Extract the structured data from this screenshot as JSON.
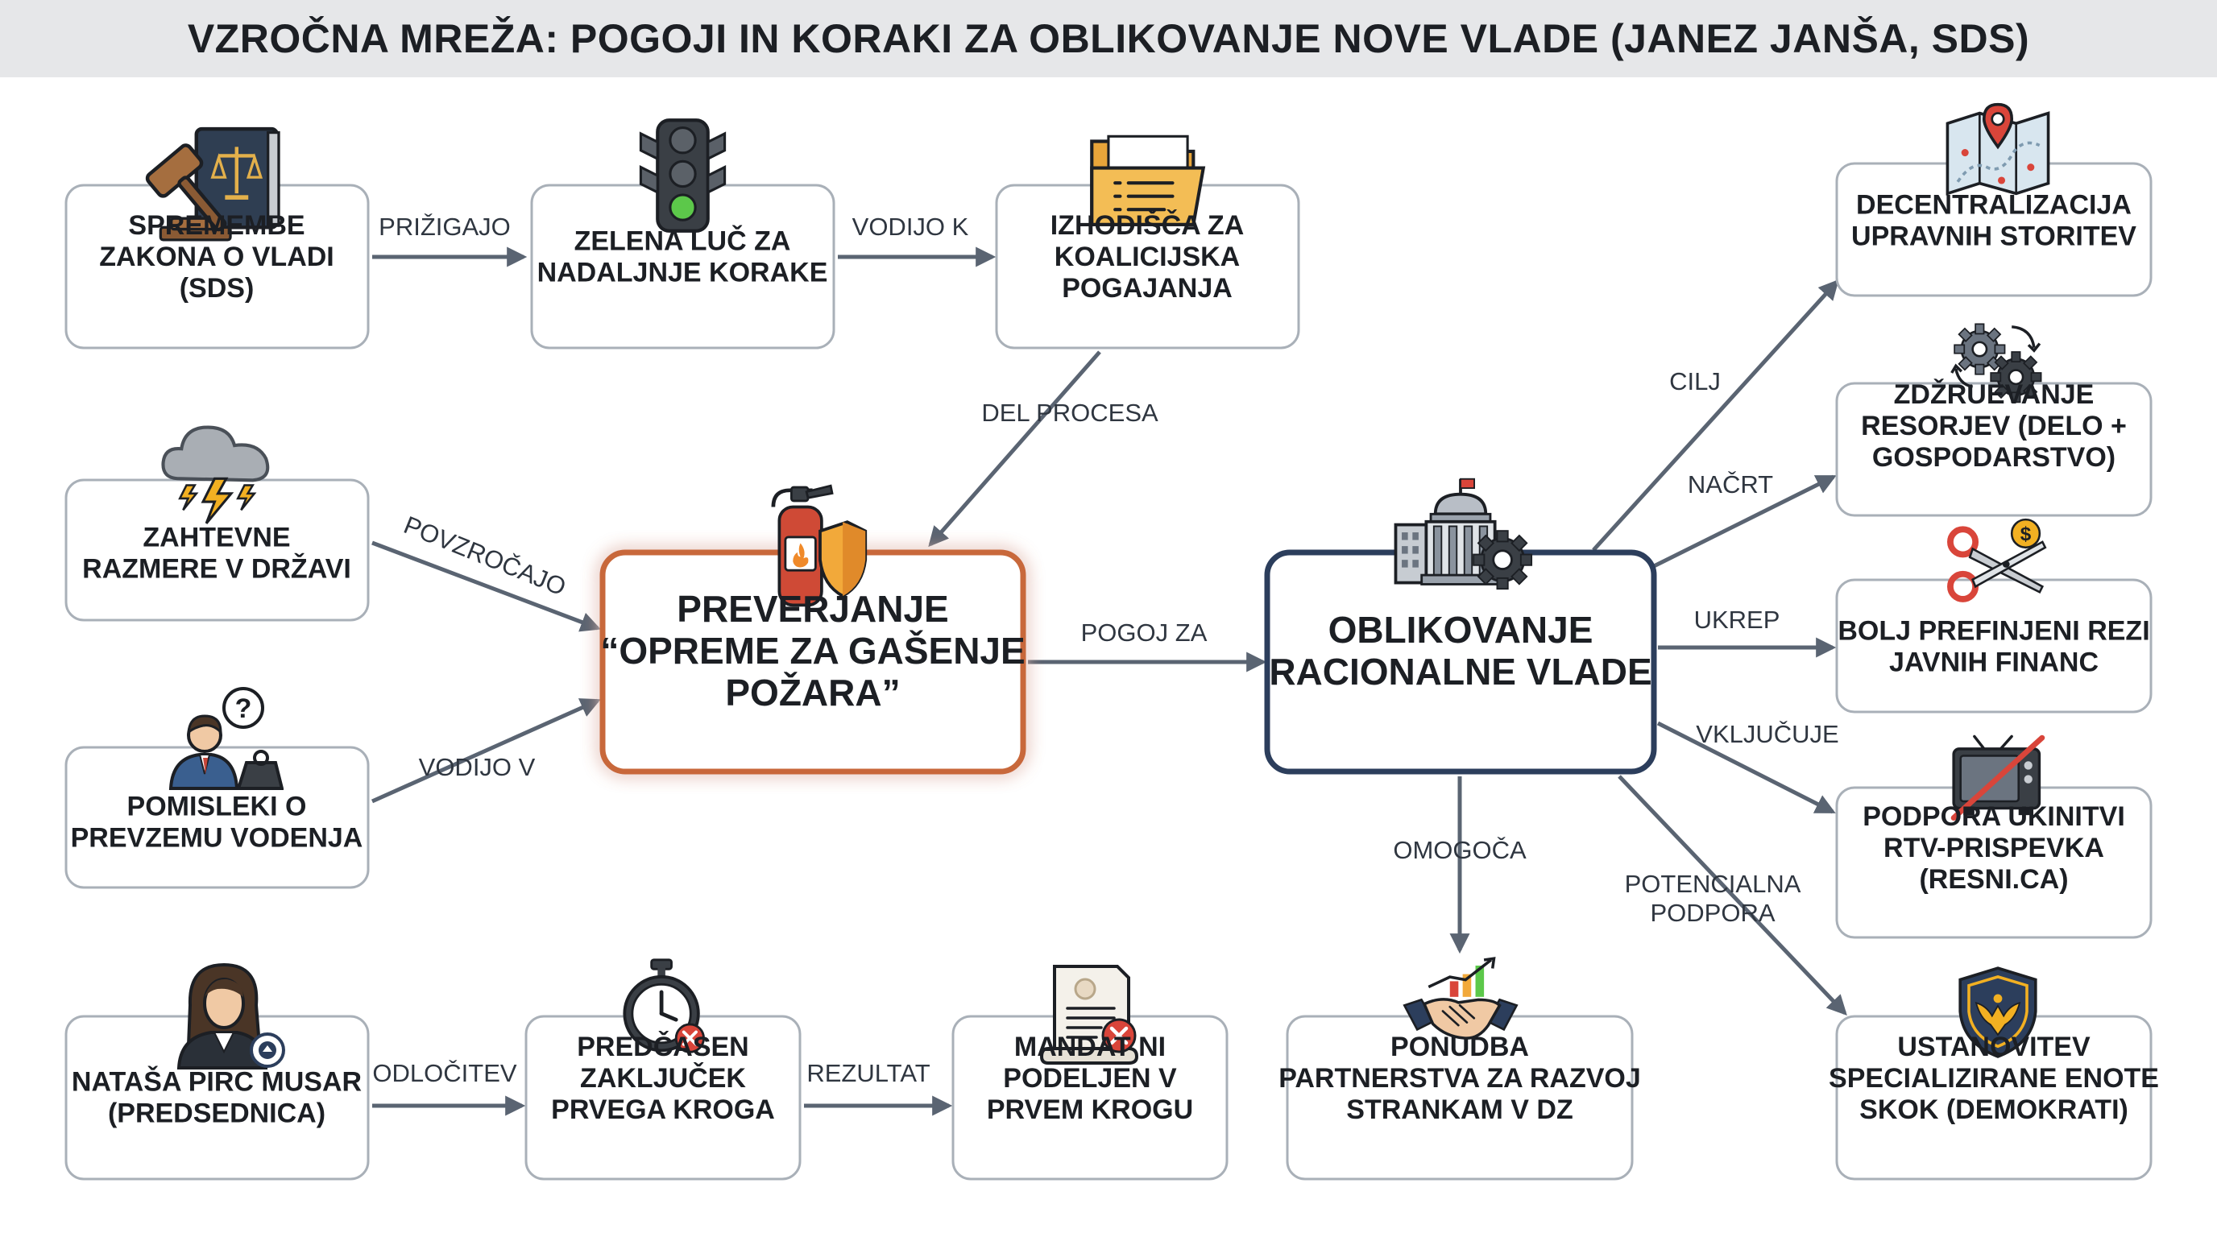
{
  "title": "VZROČNA MREŽA: POGOJI IN KORAKI ZA OBLIKOVANJE NOVE VLADE (JANEZ JANŠA, SDS)",
  "nodes": {
    "spremembe": {
      "lines": [
        "SPREMEMBE",
        "ZAKONA O VLADI",
        "(SDS)"
      ],
      "icon": "gavel-law-book-icon"
    },
    "zelena": {
      "lines": [
        "ZELENA LUČ ZA",
        "NADALJNJE KORAKE"
      ],
      "icon": "traffic-light-icon"
    },
    "izhodisca": {
      "lines": [
        "IZHODIŠČA ZA",
        "KOALICIJSKA",
        "POGAJANJA"
      ],
      "icon": "folder-documents-icon"
    },
    "zahtevne": {
      "lines": [
        "ZAHTEVNE",
        "RAZMERE V DRŽAVI"
      ],
      "icon": "storm-cloud-icon"
    },
    "pomisleki": {
      "lines": [
        "POMISLEKI O",
        "PREVZEMU VODENJA"
      ],
      "icon": "doubtful-person-weight-icon"
    },
    "natasa": {
      "lines": [
        "NATAŠA PIRC MUSAR",
        "(PREDSEDNICA)"
      ],
      "icon": "president-portrait-icon"
    },
    "predcasen": {
      "lines": [
        "PREDČASEN",
        "ZAKLJUČEK",
        "PRVEGA KROGA"
      ],
      "icon": "stopwatch-cancel-icon"
    },
    "mandat": {
      "lines": [
        "MANDAT NI",
        "PODELJEN V",
        "PRVEM KROGU"
      ],
      "icon": "document-rejected-icon"
    },
    "preverjanje": {
      "lines": [
        "PREVERJANJE",
        "“OPREME ZA GAŠENJE",
        "POŽARA”"
      ],
      "icon": "fire-extinguisher-shield-icon"
    },
    "oblikovanje": {
      "lines": [
        "OBLIKOVANJE",
        "RACIONALNE VLADE"
      ],
      "icon": "government-building-gear-icon"
    },
    "ponudba": {
      "lines": [
        "PONUDBA",
        "PARTNERSTVA ZA RAZVOJ",
        "STRANKAM V DZ"
      ],
      "icon": "handshake-growth-chart-icon"
    },
    "decentralizacija": {
      "lines": [
        "DECENTRALIZACIJA",
        "UPRAVNIH STORITEV"
      ],
      "icon": "map-pin-icon"
    },
    "zdruzevanje": {
      "lines": [
        "ZDŽRUEVANJE",
        "RESORJEV (DELO +",
        "GOSPODARSTVO)"
      ],
      "icon": "gears-cycle-icon"
    },
    "rezi": {
      "lines": [
        "BOLJ PREFINJENI REZI",
        "JAVNIH FINANC"
      ],
      "icon": "scissors-money-icon"
    },
    "rtv": {
      "lines": [
        "PODPORA UKINITVI",
        "RTV-PRISPEVKA",
        "(RESNI.CA)"
      ],
      "icon": "tv-crossed-icon"
    },
    "skok": {
      "lines": [
        "USTANOVITEV",
        "SPECIALIZIRANE ENOTE",
        "SKOK (DEMOKRATI)"
      ],
      "icon": "police-badge-icon"
    }
  },
  "edges": [
    {
      "from": "spremembe",
      "to": "zelena",
      "label": [
        "PRIŽIGAJO"
      ]
    },
    {
      "from": "zelena",
      "to": "izhodisca",
      "label": [
        "VODIJO K"
      ]
    },
    {
      "from": "izhodisca",
      "to": "preverjanje",
      "label": [
        "DEL PROCESA"
      ]
    },
    {
      "from": "zahtevne",
      "to": "preverjanje",
      "label": [
        "POVZROČAJO"
      ]
    },
    {
      "from": "pomisleki",
      "to": "preverjanje",
      "label": [
        "VODIJO V"
      ]
    },
    {
      "from": "natasa",
      "to": "predcasen",
      "label": [
        "ODLOČITEV"
      ]
    },
    {
      "from": "predcasen",
      "to": "mandat",
      "label": [
        "REZULTAT"
      ]
    },
    {
      "from": "preverjanje",
      "to": "oblikovanje",
      "label": [
        "POGOJ ZA"
      ]
    },
    {
      "from": "oblikovanje",
      "to": "decentralizacija",
      "label": [
        "CILJ"
      ]
    },
    {
      "from": "oblikovanje",
      "to": "zdruzevanje",
      "label": [
        "NAČRT"
      ]
    },
    {
      "from": "oblikovanje",
      "to": "rezi",
      "label": [
        "UKREP"
      ]
    },
    {
      "from": "oblikovanje",
      "to": "rtv",
      "label": [
        "VKLJUČUJE"
      ]
    },
    {
      "from": "oblikovanje",
      "to": "skok",
      "label": [
        "POTENCIALNA",
        "PODPORA"
      ]
    },
    {
      "from": "oblikovanje",
      "to": "ponudba",
      "label": [
        "OMOGOČA"
      ]
    }
  ],
  "colors": {
    "highlight_orange": "#c8683a",
    "highlight_navy": "#2c3e5c",
    "box_border": "#a9b0b8",
    "arrow": "#5a6472",
    "title_bg": "#e6e7e9"
  }
}
